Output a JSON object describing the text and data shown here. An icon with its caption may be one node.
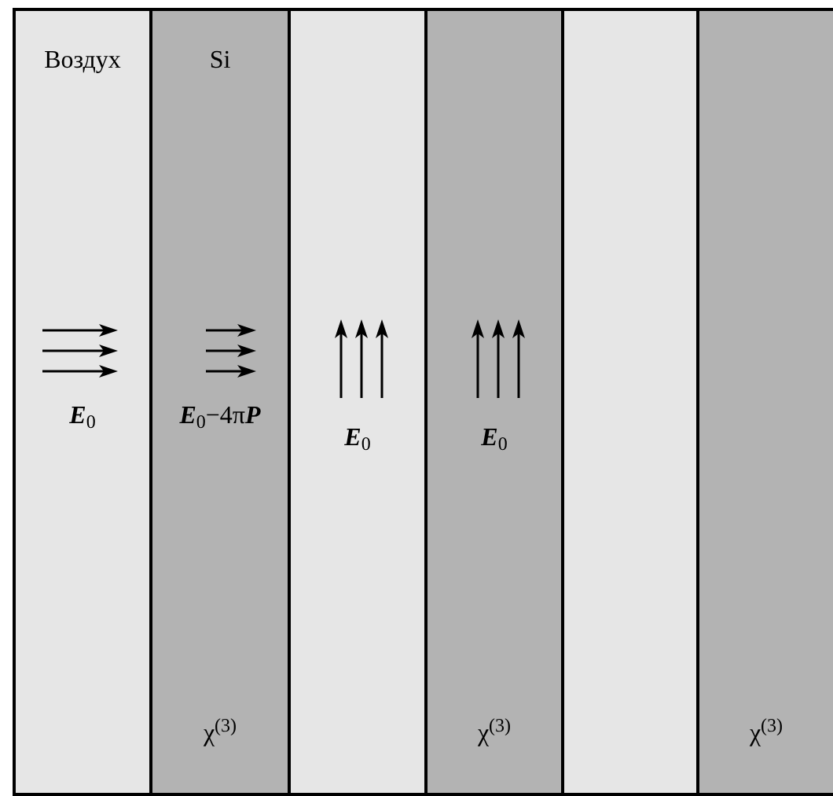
{
  "diagram": {
    "nodes": [
      {
        "text": [
          "Воздух",
          "**E**$_{0}$"
        ]
      },
      {
        "text": [
          "Si",
          "**E**$_{0}$−4π**P**",
          "χ$^{(3)}$"
        ]
      },
      {
        "text": [
          "**E**$_{0}$"
        ]
      },
      {
        "text": [
          "**E**$_{0}$",
          "χ$^{(3)}$"
        ]
      },
      {
        "text": [],
        "shape": "box"
      },
      {
        "text": [
          "χ$^{(3)}$"
        ]
      }
    ]
  }
}
